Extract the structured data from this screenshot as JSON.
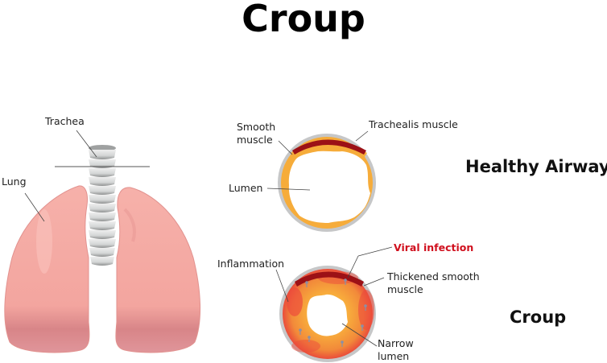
{
  "title": "Croup",
  "anatomy": {
    "labels": {
      "trachea": "Trachea",
      "lung": "Lung"
    },
    "colors": {
      "lung": "#f4a7a0",
      "lung_shadow": "#d47e80",
      "trachea_ring": "#d9dbdb",
      "trachea_edge": "#9a9c9c"
    }
  },
  "healthy_airway": {
    "heading": "Healthy Airway",
    "labels": {
      "smooth_muscle": "Smooth muscle",
      "smooth_muscle_line1": "Smooth",
      "smooth_muscle_line2": "muscle",
      "trachealis_muscle": "Trachealis muscle",
      "lumen": "Lumen"
    },
    "colors": {
      "cartilage": "#c6c7c8",
      "smooth_muscle": "#f6ac3a",
      "trachealis": "#9c1116",
      "lumen": "#ffffff"
    }
  },
  "croup_airway": {
    "heading": "Croup",
    "labels": {
      "viral_infection": "Viral infection",
      "inflammation": "Inflammation",
      "thickened_smooth_muscle": "Thickened smooth muscle",
      "thickened_line1": "Thickened smooth",
      "thickened_line2": "muscle",
      "narrow_lumen": "Narrow lumen",
      "narrow_line1": "Narrow",
      "narrow_line2": "lumen"
    },
    "colors": {
      "viral_label": "#d0101e",
      "inflammation": "#ec4b3c",
      "thickened_muscle": "#f6a53a",
      "cartilage": "#c6c7c8",
      "trachealis": "#9c1116",
      "virus": "#8a8fa8"
    }
  }
}
